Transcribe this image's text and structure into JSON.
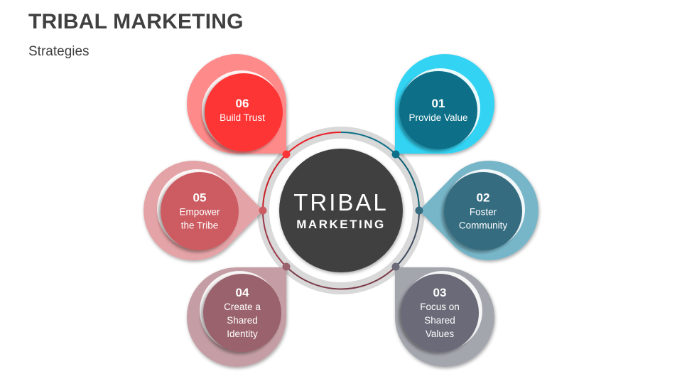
{
  "header": {
    "title": "TRIBAL MARKETING",
    "subtitle": "Strategies"
  },
  "center": {
    "main": "TRIBAL",
    "sub": "MARKETING",
    "fill": "#404040"
  },
  "steps": [
    {
      "num": "01",
      "label": "Provide Value",
      "outer": "#33d3f3",
      "inner": "#0d7088"
    },
    {
      "num": "02",
      "label": "Foster Community",
      "outer": "#77b6c8",
      "inner": "#366c80"
    },
    {
      "num": "03",
      "label": "Focus on Shared Values",
      "outer": "#a4a6ae",
      "inner": "#6a6a78"
    },
    {
      "num": "04",
      "label": "Create a Shared Identity",
      "outer": "#c49ea4",
      "inner": "#9a626c"
    },
    {
      "num": "05",
      "label": "Empower the Tribe",
      "outer": "#e4a3a6",
      "inner": "#cc5c62"
    },
    {
      "num": "06",
      "label": "Build Trust",
      "outer": "#ff8a8a",
      "inner": "#fe3536"
    }
  ]
}
